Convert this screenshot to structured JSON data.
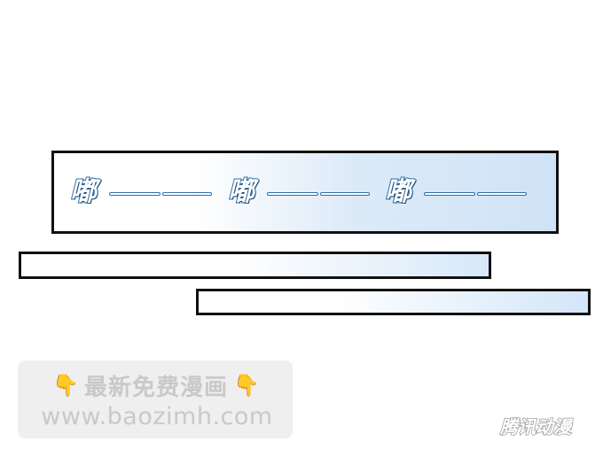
{
  "panel": {
    "sfx": [
      {
        "text": "嘟"
      },
      {
        "text": "嘟"
      },
      {
        "text": "嘟"
      }
    ]
  },
  "watermark": {
    "title": "最新免费漫画",
    "hand_icon": "pointing-down-hand-icon",
    "hand_glyph": "👇",
    "url": "www.baozimh.com"
  },
  "logo": {
    "text": "腾讯动漫"
  },
  "colors": {
    "panel_border": "#111111",
    "sfx_stroke": "#2f6fa8",
    "gradient_blue": "#cfe3f6",
    "watermark_text": "#c9c9c9",
    "hand": "#f2b22c"
  }
}
